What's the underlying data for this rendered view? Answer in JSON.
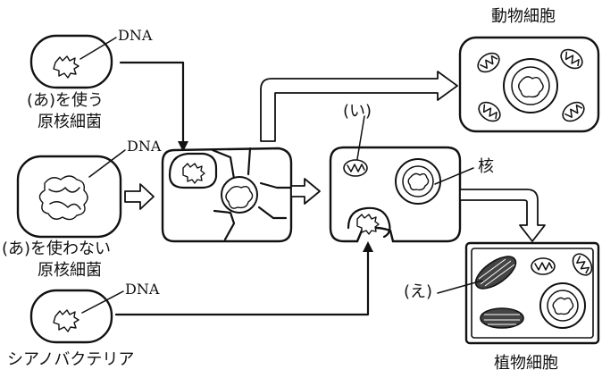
{
  "labels": {
    "dna_top": "DNA",
    "dna_middle": "DNA",
    "dna_bottom": "DNA",
    "aerobic_line1": "(あ)を使う",
    "aerobic_line2": "原核細菌",
    "anaerobic_line1": "(あ)を使わない",
    "anaerobic_line2": "原核細菌",
    "cyanobacteria": "シアノバクテリア",
    "animal_cell": "動物細胞",
    "plant_cell": "植物細胞",
    "mark_i": "(い)",
    "mark_e": "(え)",
    "nucleus": "核"
  }
}
